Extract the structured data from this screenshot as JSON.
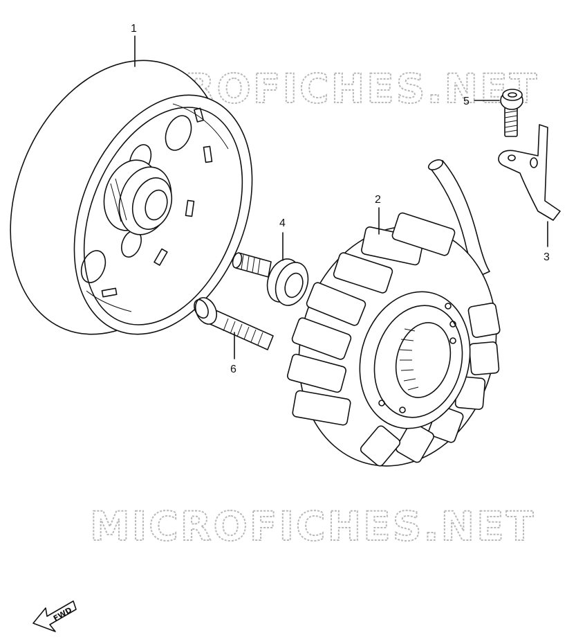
{
  "diagram": {
    "watermark_top": "MICROFICHES.NET",
    "watermark_bottom": "MICROFICHES.NET",
    "direction_badge": "FWD",
    "callouts": {
      "flywheel": "1",
      "stator": "2",
      "bracket": "3",
      "rotor_bolt": "4",
      "bracket_screw": "5",
      "stator_screw": "6"
    }
  }
}
